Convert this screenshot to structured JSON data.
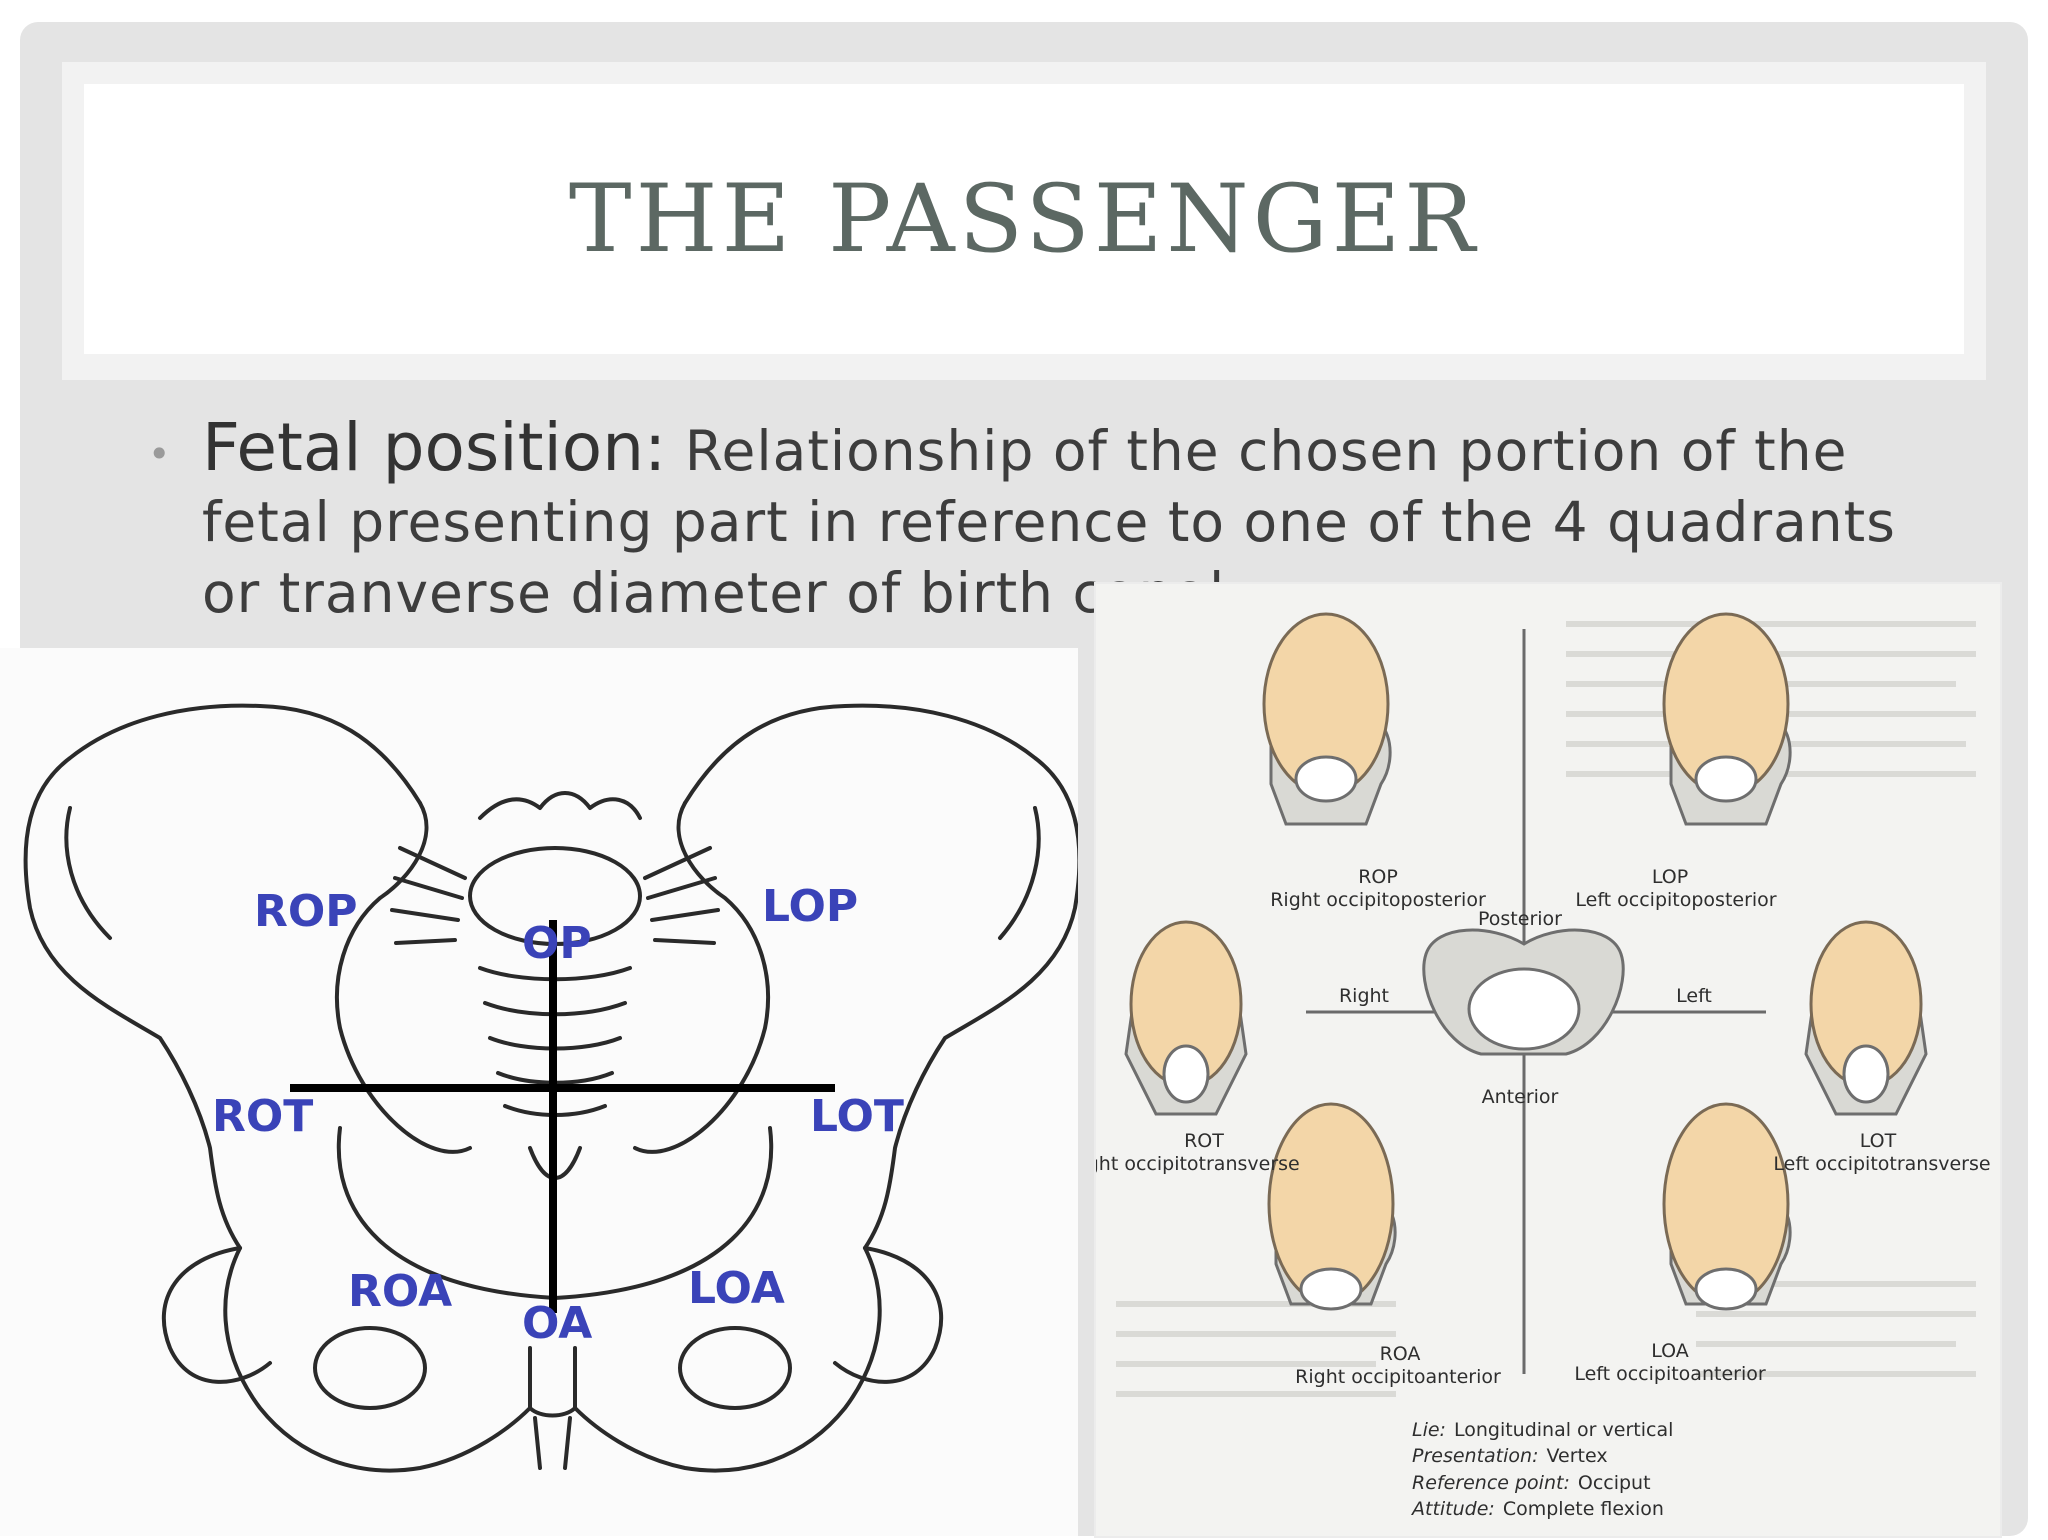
{
  "slide": {
    "title": "THE PASSENGER",
    "bullet": {
      "term": "Fetal position:",
      "definition": " Relationship of the chosen portion of the fetal presenting part in reference to one of the 4 quadrants or tranverse diameter of birth canal"
    }
  },
  "pelvis_diagram": {
    "labels": {
      "rop": "ROP",
      "op": "OP",
      "lop": "LOP",
      "rot": "ROT",
      "lot": "LOT",
      "roa": "ROA",
      "oa": "OA",
      "loa": "LOA"
    },
    "label_color": "#3a43b8"
  },
  "positions_figure": {
    "rop": {
      "code": "ROP",
      "name": "Right occipitoposterior"
    },
    "lop": {
      "code": "LOP",
      "name": "Left occipitoposterior"
    },
    "rot": {
      "code": "ROT",
      "name": "Right occipitotransverse"
    },
    "lot": {
      "code": "LOT",
      "name": "Left occipitotransverse"
    },
    "roa": {
      "code": "ROA",
      "name": "Right occipitoanterior"
    },
    "loa": {
      "code": "LOA",
      "name": "Left occipitoanterior"
    },
    "compass": {
      "posterior": "Posterior",
      "anterior": "Anterior",
      "right": "Right",
      "left": "Left"
    },
    "legend": [
      {
        "key": "Lie:",
        "value": "Longitudinal or vertical"
      },
      {
        "key": "Presentation:",
        "value": "Vertex"
      },
      {
        "key": "Reference point:",
        "value": "Occiput"
      },
      {
        "key": "Attitude:",
        "value": "Complete flexion"
      }
    ],
    "fetus_color": "#f3d6a8"
  }
}
